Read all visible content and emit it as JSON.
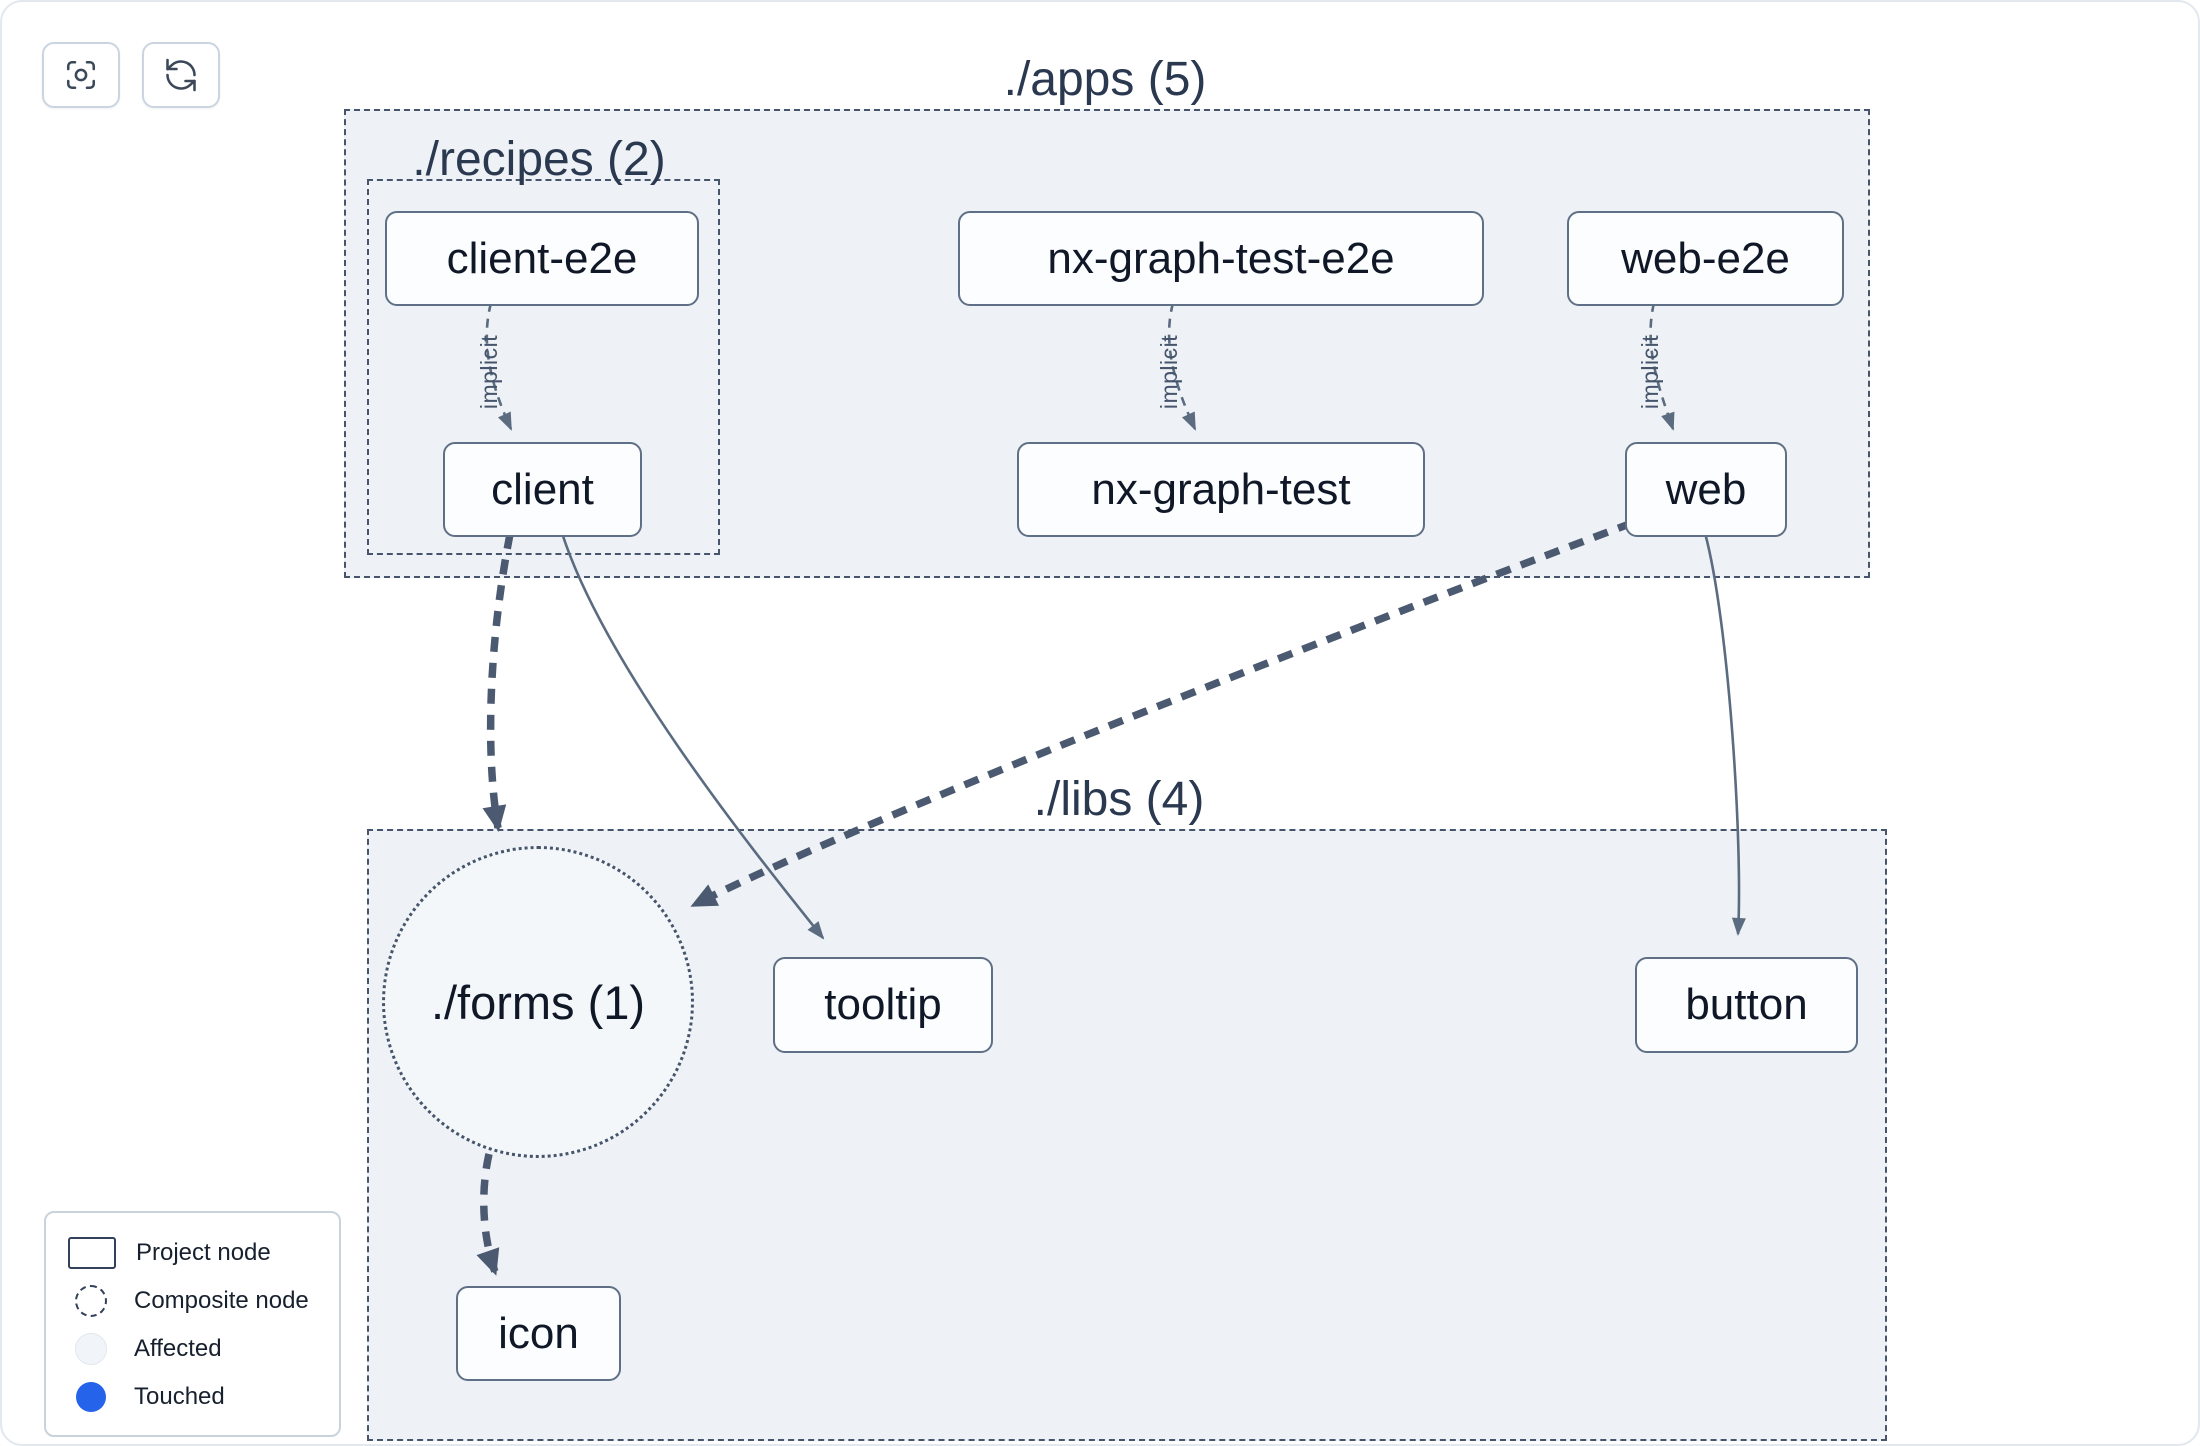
{
  "toolbar": {
    "buttons": [
      {
        "name": "focus",
        "icon": "focus-icon"
      },
      {
        "name": "refresh",
        "icon": "refresh-icon"
      }
    ]
  },
  "graph": {
    "groups": {
      "apps": {
        "label": "./apps (5)"
      },
      "recipes": {
        "label": "./recipes (2)"
      },
      "libs": {
        "label": "./libs (4)"
      }
    },
    "composite_nodes": {
      "forms": {
        "label": "./forms (1)"
      }
    },
    "nodes": {
      "client_e2e": {
        "label": "client-e2e"
      },
      "nx_graph_test_e2e": {
        "label": "nx-graph-test-e2e"
      },
      "web_e2e": {
        "label": "web-e2e"
      },
      "client": {
        "label": "client"
      },
      "nx_graph_test": {
        "label": "nx-graph-test"
      },
      "web": {
        "label": "web"
      },
      "tooltip": {
        "label": "tooltip"
      },
      "button": {
        "label": "button"
      },
      "icon": {
        "label": "icon"
      }
    },
    "edge_labels": {
      "implicit": "implicit"
    },
    "edges": [
      {
        "from": "client-e2e",
        "to": "client",
        "type": "implicit-dashed"
      },
      {
        "from": "nx-graph-test-e2e",
        "to": "nx-graph-test",
        "type": "implicit-dashed"
      },
      {
        "from": "web-e2e",
        "to": "web",
        "type": "implicit-dashed"
      },
      {
        "from": "client",
        "to": "./forms (1)",
        "type": "thick-dashed"
      },
      {
        "from": "client",
        "to": "tooltip",
        "type": "solid"
      },
      {
        "from": "web",
        "to": "./forms (1)",
        "type": "thick-dashed"
      },
      {
        "from": "web",
        "to": "button",
        "type": "solid"
      },
      {
        "from": "./forms (1)",
        "to": "icon",
        "type": "thick-dashed"
      }
    ]
  },
  "legend": {
    "items": [
      {
        "label": "Project node",
        "icon": "project-node-swatch"
      },
      {
        "label": "Composite node",
        "icon": "composite-node-swatch"
      },
      {
        "label": "Affected",
        "icon": "affected-swatch"
      },
      {
        "label": "Touched",
        "icon": "touched-swatch"
      }
    ]
  },
  "colors": {
    "touched": "#2563eb",
    "affected_fill": "#f1f5f9",
    "group_fill": "#eef2f6",
    "edge": "#5b6b80"
  }
}
